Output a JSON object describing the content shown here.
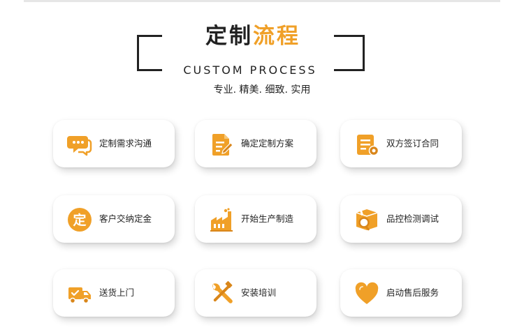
{
  "header": {
    "title_part1": "定制",
    "title_part2": "流程",
    "subtitle": "CUSTOM PROCESS",
    "tagline": "专业. 精美. 细致. 实用"
  },
  "colors": {
    "accent": "#f0a028",
    "text": "#222222",
    "card_bg": "#ffffff"
  },
  "steps": [
    {
      "label": "定制需求沟通",
      "icon": "chat-bubbles-icon"
    },
    {
      "label": "确定定制方案",
      "icon": "document-edit-icon"
    },
    {
      "label": "双方签订合同",
      "icon": "contract-icon"
    },
    {
      "label": "客户交纳定金",
      "icon": "deposit-icon",
      "icon_char": "定"
    },
    {
      "label": "开始生产制造",
      "icon": "factory-icon"
    },
    {
      "label": "品控检测调试",
      "icon": "inspection-icon"
    },
    {
      "label": "送货上门",
      "icon": "delivery-truck-icon"
    },
    {
      "label": "安装培训",
      "icon": "tools-icon"
    },
    {
      "label": "启动售后服务",
      "icon": "heart-icon"
    }
  ]
}
